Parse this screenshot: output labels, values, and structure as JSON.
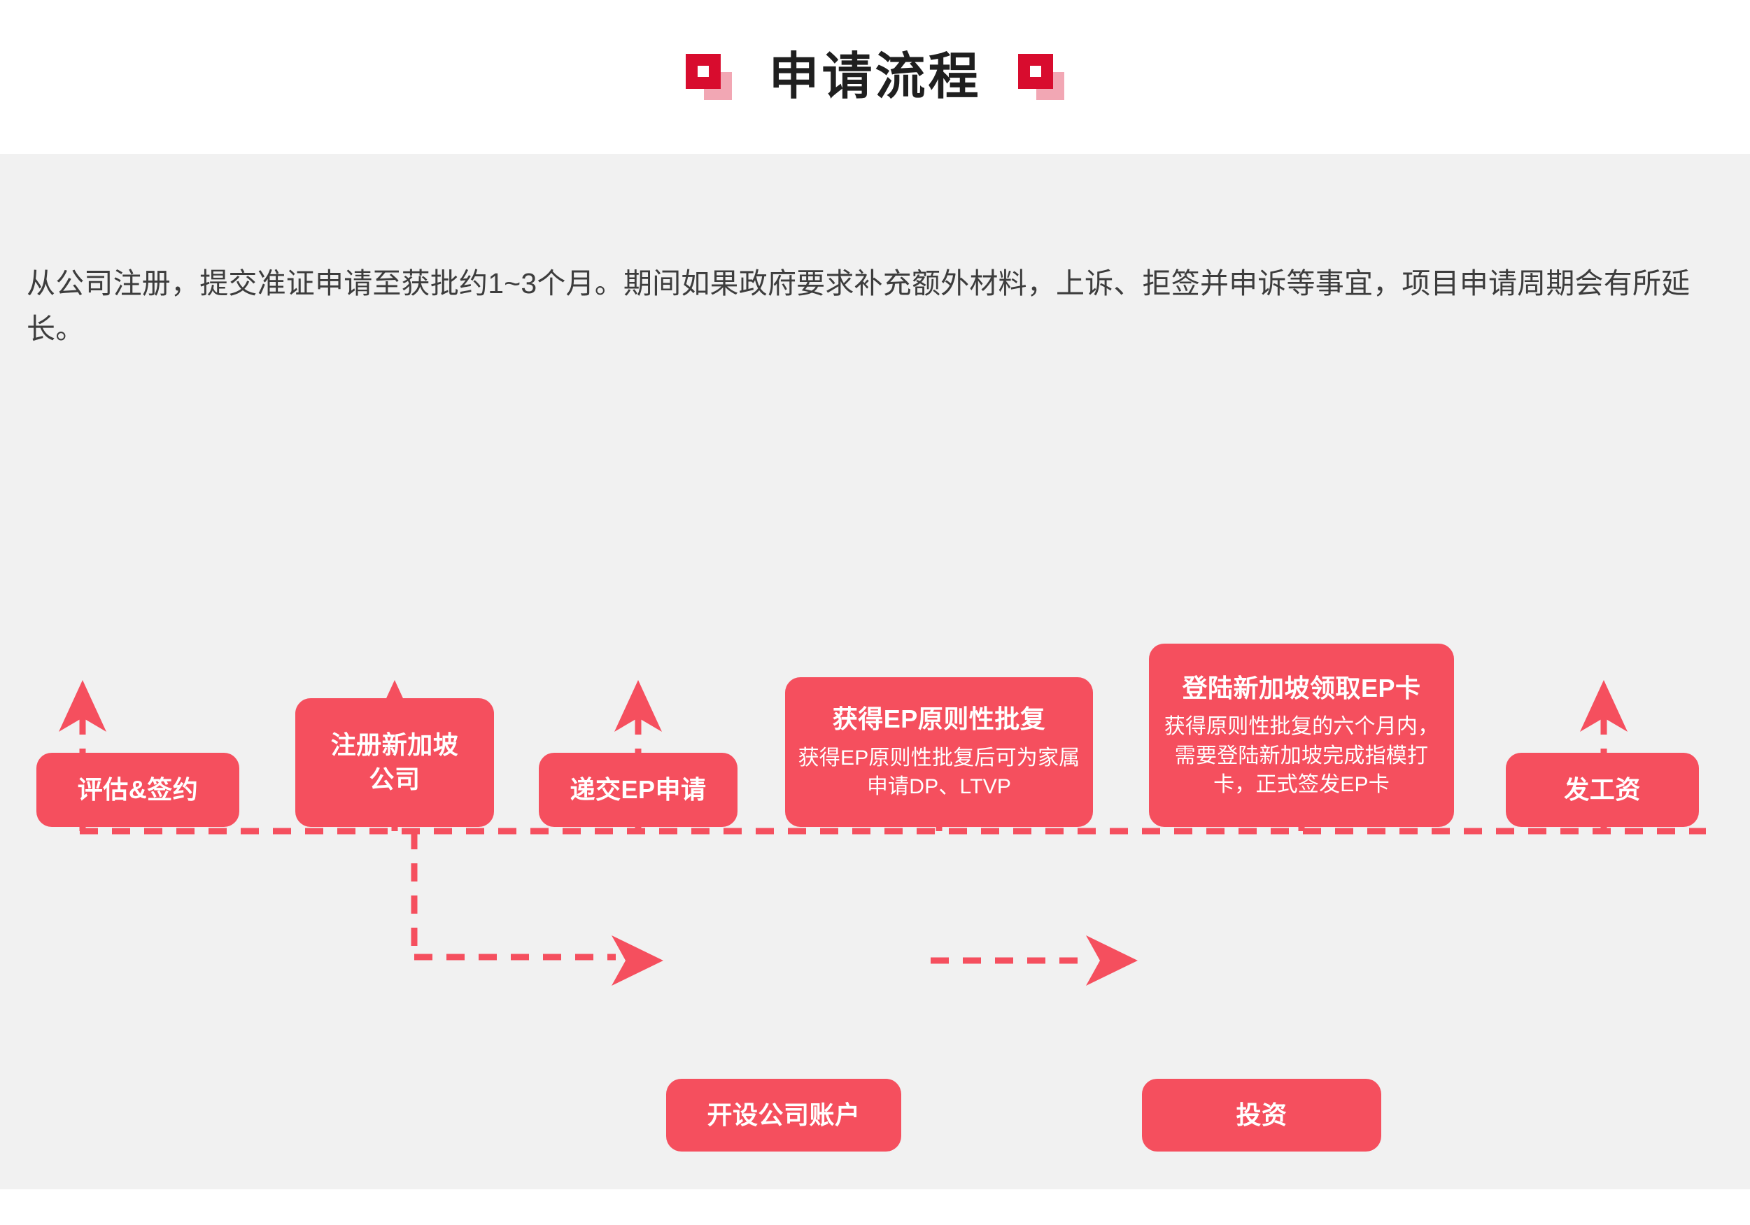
{
  "header": {
    "title": "申请流程",
    "decoration_left": "square-decoration-icon",
    "decoration_right": "square-decoration-icon",
    "colors": {
      "deco_red": "#D80C2E",
      "deco_pink": "#F2A7B4",
      "title_color": "#1F1F1F"
    }
  },
  "content": {
    "background": "#F1F1F1",
    "intro": "从公司注册，提交准证申请至获批约1~3个月。期间如果政府要求补充额外材料，上诉、拒签并申诉等事宜，项目申请周期会有所延长。"
  },
  "flow": {
    "node_color": "#F54F5E",
    "connector_color": "#F54F5E",
    "top_row": [
      {
        "id": "assess-sign",
        "title": "评估&签约",
        "subtitle": ""
      },
      {
        "id": "register-company",
        "title": "注册新加坡\n公司",
        "subtitle": ""
      },
      {
        "id": "submit-ep",
        "title": "递交EP申请",
        "subtitle": ""
      },
      {
        "id": "ep-iap",
        "title": "获得EP原则性批复",
        "subtitle": "获得EP原则性批复后可为家属申请DP、LTVP"
      },
      {
        "id": "collect-ep-card",
        "title": "登陆新加坡领取EP卡",
        "subtitle": "获得原则性批复的六个月内，需要登陆新加坡完成指模打卡，正式签发EP卡"
      },
      {
        "id": "pay-salary",
        "title": "发工资",
        "subtitle": ""
      }
    ],
    "bottom_row": [
      {
        "id": "open-bank-account",
        "title": "开设公司账户",
        "subtitle": ""
      },
      {
        "id": "invest",
        "title": "投资",
        "subtitle": ""
      }
    ],
    "connector_style": "dashed",
    "arrows": [
      "arrow-up-to-assess-sign",
      "arrow-up-to-register-company",
      "arrow-up-to-submit-ep",
      "arrow-up-to-ep-iap",
      "arrow-up-to-collect-ep-card",
      "arrow-up-to-pay-salary",
      "arrow-right-to-open-bank-account",
      "arrow-right-to-invest"
    ]
  }
}
